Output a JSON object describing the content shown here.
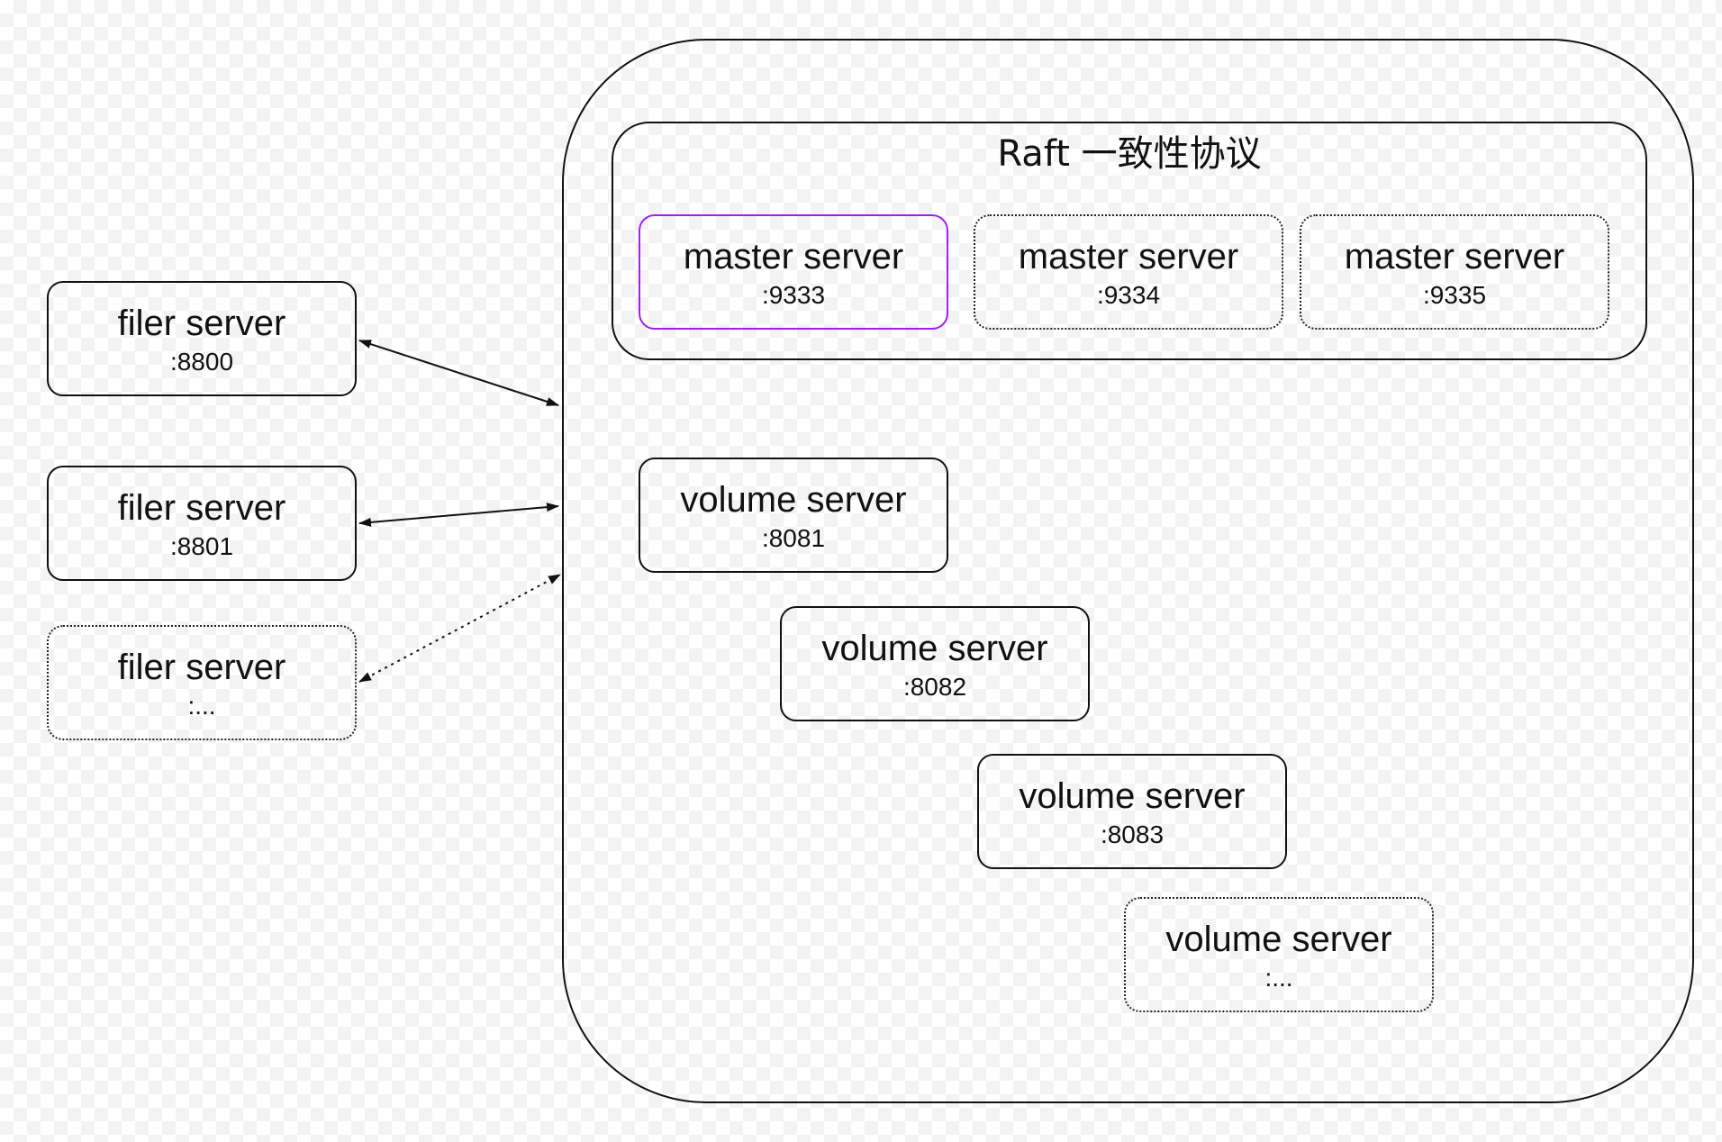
{
  "raft": {
    "title": "Raft 一致性协议"
  },
  "masters": [
    {
      "name": "master server",
      "port": ":9333"
    },
    {
      "name": "master server",
      "port": ":9334"
    },
    {
      "name": "master server",
      "port": ":9335"
    }
  ],
  "volumes": [
    {
      "name": "volume server",
      "port": ":8081"
    },
    {
      "name": "volume server",
      "port": ":8082"
    },
    {
      "name": "volume server",
      "port": ":8083"
    },
    {
      "name": "volume server",
      "port": ":..."
    }
  ],
  "filers": [
    {
      "name": "filer server",
      "port": ":8800"
    },
    {
      "name": "filer server",
      "port": ":8801"
    },
    {
      "name": "filer server",
      "port": ":..."
    }
  ],
  "colors": {
    "stroke": "#111111",
    "leader_border": "#a020f0",
    "checker": "#f3f3f3"
  }
}
